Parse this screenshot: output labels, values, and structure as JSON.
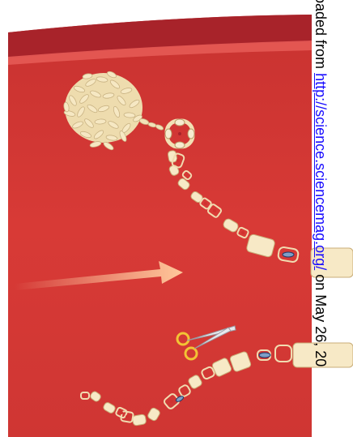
{
  "watermark": {
    "prefix": "oaded from",
    "link": "http://science.sciencemag.org/",
    "suffix": "on May 26, 20"
  }
}
